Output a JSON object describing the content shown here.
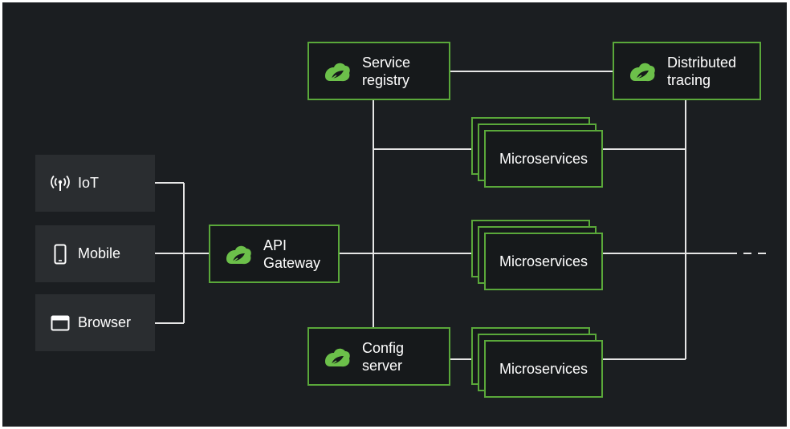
{
  "clients": {
    "iot": {
      "label": "IoT",
      "icon": "antenna-icon"
    },
    "mobile": {
      "label": "Mobile",
      "icon": "phone-icon"
    },
    "browser": {
      "label": "Browser",
      "icon": "browser-window-icon"
    }
  },
  "components": {
    "api_gateway": {
      "line1": "API",
      "line2": "Gateway",
      "icon": "spring-leaf-icon"
    },
    "service_registry": {
      "line1": "Service",
      "line2": "registry",
      "icon": "spring-leaf-icon"
    },
    "config_server": {
      "line1": "Config",
      "line2": "server",
      "icon": "spring-leaf-icon"
    },
    "distributed_tracing": {
      "line1": "Distributed",
      "line2": "tracing",
      "icon": "spring-leaf-icon"
    }
  },
  "microservices": [
    {
      "label": "Microservices"
    },
    {
      "label": "Microservices"
    },
    {
      "label": "Microservices"
    }
  ],
  "colors": {
    "background": "#1b1e21",
    "accent_green": "#5aa83a",
    "line": "#e6e6e6",
    "client_box": "#2a2d30"
  }
}
